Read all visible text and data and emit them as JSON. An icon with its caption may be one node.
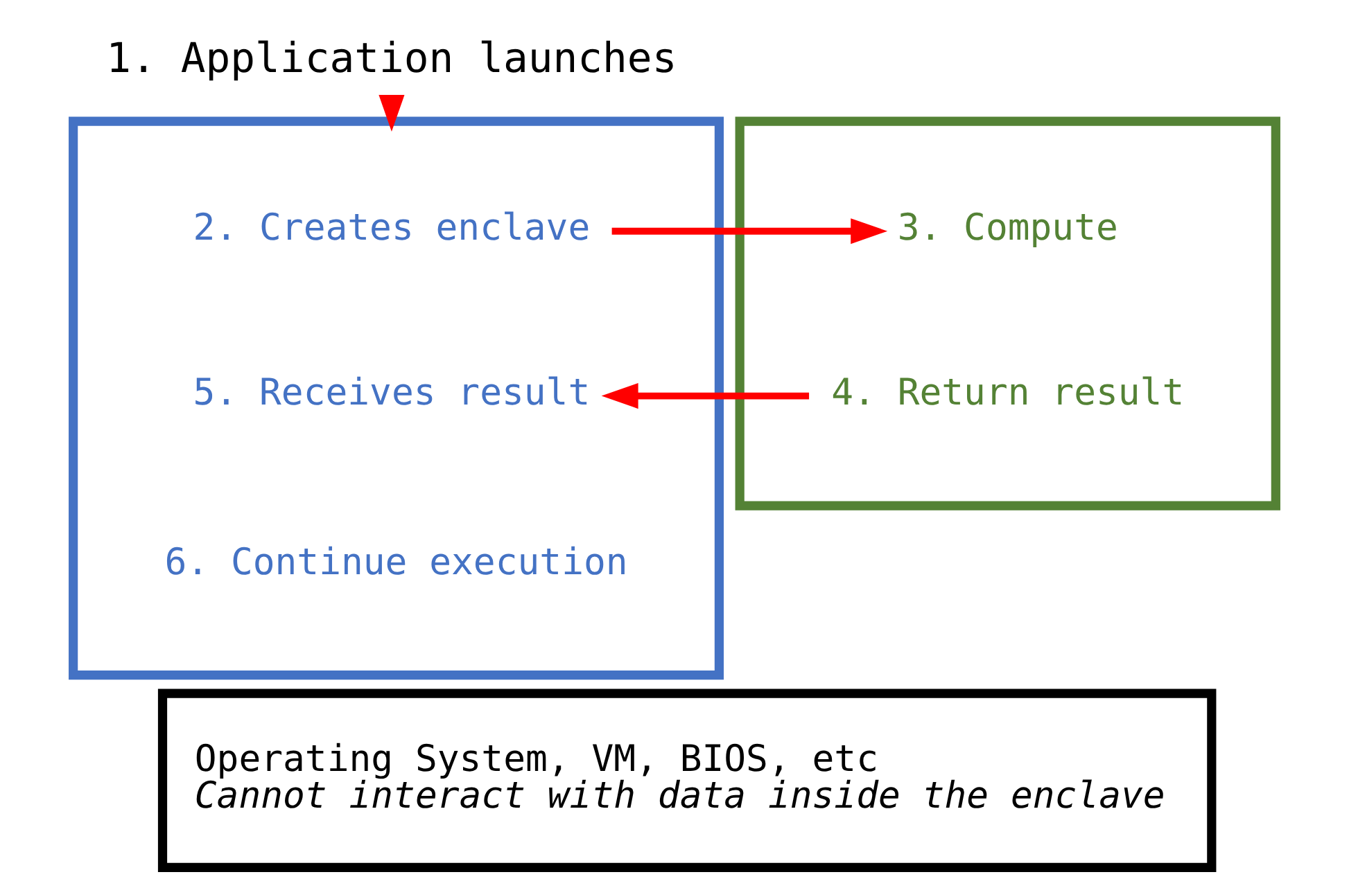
{
  "diagram": {
    "nodes": [
      {
        "text": [
          "1. Application launches"
        ]
      },
      {
        "text": [],
        "shape": "box"
      },
      {
        "text": [
          "2. Creates enclave"
        ],
        "in": 1
      },
      {
        "text": [
          "5. Receives result"
        ],
        "in": 1
      },
      {
        "text": [
          "6. Continue execution"
        ],
        "in": 1
      },
      {
        "text": [],
        "shape": "box"
      },
      {
        "text": [
          "3. Compute"
        ],
        "in": 5
      },
      {
        "text": [
          "4. Return result"
        ],
        "in": 5
      },
      {
        "text": [
          "Operating System, VM, BIOS, etc",
          "Cannot interact with data inside the enclave"
        ]
      }
    ],
    "edges": [
      {
        "from": 0,
        "to": 1,
        "arrow": "to"
      },
      {
        "from": 2,
        "to": 6,
        "arrow": "to"
      },
      {
        "from": 7,
        "to": 3,
        "arrow": "to"
      }
    ]
  }
}
